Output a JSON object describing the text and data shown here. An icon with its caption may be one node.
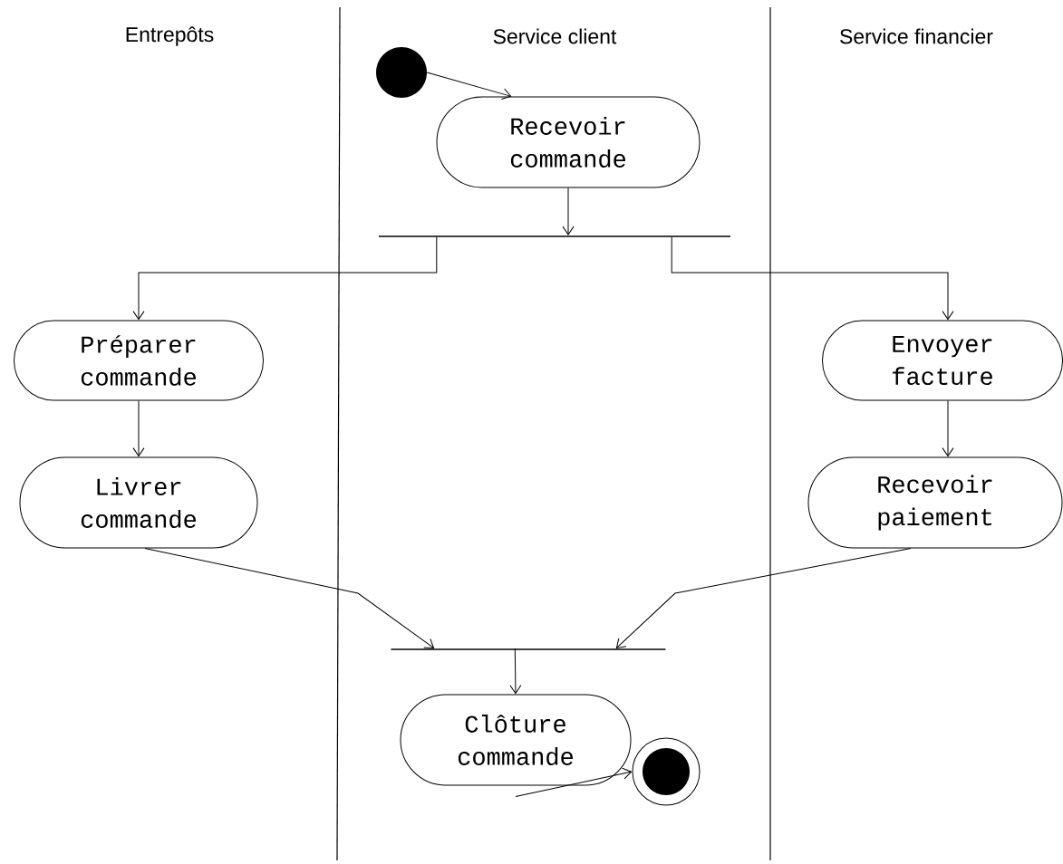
{
  "diagram": {
    "nodes": [
      {
        "text": [],
        "shape": "circle"
      },
      {
        "text": [
          "Recevoir commande"
        ]
      },
      {
        "text": [],
        "shape": "bar"
      },
      {
        "text": [
          "Préparer commande"
        ]
      },
      {
        "text": [
          "Livrer commande"
        ]
      },
      {
        "text": [
          "Envoyer facture"
        ]
      },
      {
        "text": [
          "Recevoir paiement"
        ]
      },
      {
        "text": [],
        "shape": "bar"
      },
      {
        "text": [
          "Clôture commande"
        ]
      },
      {
        "text": [],
        "shape": "circle"
      }
    ],
    "edges": [
      {
        "from": 0,
        "to": 1,
        "arrow": "to"
      },
      {
        "from": 1,
        "to": 2,
        "arrow": "to"
      },
      {
        "from": 2,
        "to": 3,
        "arrow": "to"
      },
      {
        "from": 2,
        "to": 5,
        "arrow": "to"
      },
      {
        "from": 3,
        "to": 4,
        "arrow": "to"
      },
      {
        "from": 5,
        "to": 6,
        "arrow": "to"
      },
      {
        "from": 4,
        "to": 7,
        "arrow": "to"
      },
      {
        "from": 6,
        "to": 7,
        "arrow": "to"
      },
      {
        "from": 7,
        "to": 8,
        "arrow": "to"
      },
      {
        "from": 8,
        "to": 9,
        "arrow": "to"
      }
    ],
    "labels": [
      "Entrepôts",
      "Service client",
      "Service financier"
    ]
  }
}
